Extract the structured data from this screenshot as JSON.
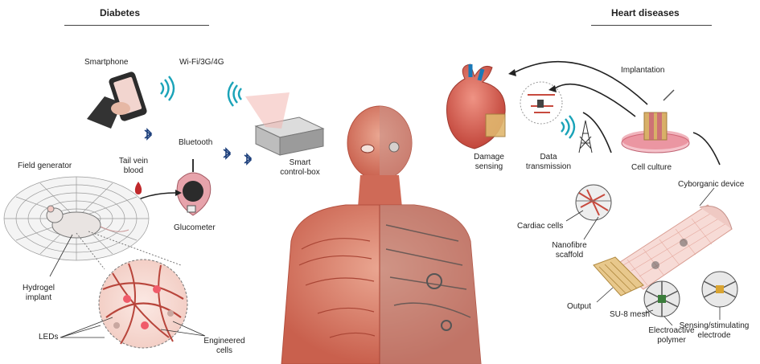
{
  "sections": {
    "left_title": "Diabetes",
    "right_title": "Heart diseases"
  },
  "diabetes_labels": {
    "smartphone": "Smartphone",
    "wifi": "Wi-Fi/3G/4G",
    "bluetooth": "Bluetooth",
    "smart_box_1": "Smart",
    "smart_box_2": "control-box",
    "field_generator": "Field generator",
    "tail_vein_1": "Tail vein",
    "tail_vein_2": "blood",
    "glucometer": "Glucometer",
    "hydrogel_1": "Hydrogel",
    "hydrogel_2": "implant",
    "leds": "LEDs",
    "engineered_1": "Engineered",
    "engineered_2": "cells"
  },
  "heart_labels": {
    "implantation": "Implantation",
    "damage_1": "Damage",
    "damage_2": "sensing",
    "data_tx_1": "Data",
    "data_tx_2": "transmission",
    "cell_culture": "Cell culture",
    "cyborganic": "Cyborganic device",
    "cardiac_cells": "Cardiac cells",
    "nanofibre_1": "Nanofibre",
    "nanofibre_2": "scaffold",
    "output": "Output",
    "su8_mesh": "SU-8 mesh",
    "electroactive_1": "Electroactive",
    "electroactive_2": "polymer",
    "sensing_1": "Sensing/stimulating",
    "sensing_2": "electrode"
  },
  "icons": [
    "smartphone-icon",
    "wifi-icon",
    "bluetooth-icon",
    "control-box-icon",
    "glucometer-icon",
    "blood-drop-icon",
    "mouse-icon",
    "heart-icon",
    "antenna-icon",
    "petri-dish-icon",
    "human-figure"
  ],
  "colors": {
    "muscle": "#d9735f",
    "muscle_light": "#eaa792",
    "heart": "#d8584a",
    "teal": "#1aa3b8",
    "gold": "#d9b068",
    "pink_dish": "#e26a7a"
  }
}
